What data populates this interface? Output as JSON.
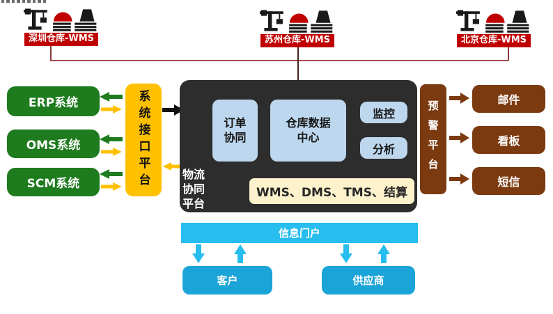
{
  "diagram": {
    "warehouses": [
      {
        "label": "深圳仓库-WMS"
      },
      {
        "label": "苏州仓库-WMS"
      },
      {
        "label": "北京仓库-WMS"
      }
    ],
    "source_systems": [
      {
        "label": "ERP系统"
      },
      {
        "label": "OMS系统"
      },
      {
        "label": "SCM系统"
      }
    ],
    "interface_platform": {
      "label": "系统接口平台"
    },
    "logistics_platform": {
      "label": "物流协同平台",
      "modules": [
        {
          "label": "订单协同"
        },
        {
          "label": "仓库数据中心"
        },
        {
          "label": "监控"
        },
        {
          "label": "分析"
        }
      ],
      "subsystems_bar": "WMS、DMS、TMS、结算"
    },
    "alert_platform": {
      "label": "预警平台"
    },
    "alert_channels": [
      {
        "label": "邮件"
      },
      {
        "label": "看板"
      },
      {
        "label": "短信"
      }
    ],
    "portal": {
      "label": "信息门户"
    },
    "portal_entities": [
      {
        "label": "客户"
      },
      {
        "label": "供应商"
      }
    ],
    "colors": {
      "warehouse_red": "#c00000",
      "system_green": "#1e7b1e",
      "platform_yellow": "#ffc000",
      "hub_dark": "#2d2d2d",
      "module_blue": "#bdd7ee",
      "subsystem_cream": "#fdf2cc",
      "alert_brown": "#7c3a11",
      "portal_cyan": "#27bdee",
      "entity_cyan": "#1ba4d7",
      "connector_red": "#a84a50"
    }
  }
}
